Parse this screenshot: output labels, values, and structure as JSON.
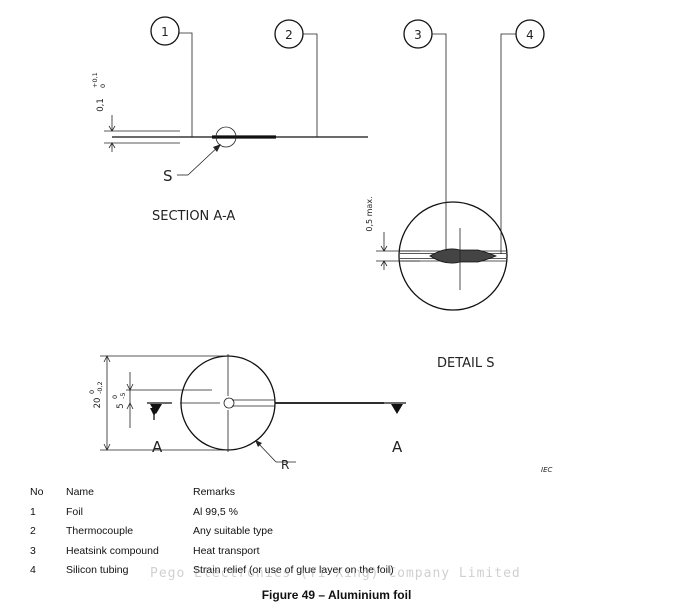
{
  "balloons": [
    "1",
    "2",
    "3",
    "4"
  ],
  "labels": {
    "section_title": "SECTION A-A",
    "detail_title": "DETAIL S",
    "detail_ref": "S",
    "section_mark_left": "A",
    "section_mark_right": "A",
    "radius": "R",
    "iec": "IEC"
  },
  "dimensions": {
    "thickness": "0,1",
    "thickness_tol_upper": "+0,1",
    "thickness_tol_lower": "0",
    "detail_max": "0,5 max.",
    "diameter": "20",
    "diameter_tol_upper": "0",
    "diameter_tol_lower": "-0,2",
    "offset": "5",
    "offset_tol_upper": "0",
    "offset_tol_lower": "-5"
  },
  "table": {
    "headers": [
      "No",
      "Name",
      "Remarks"
    ],
    "rows": [
      [
        "1",
        "Foil",
        "Al 99,5 %"
      ],
      [
        "2",
        "Thermocouple",
        "Any suitable type"
      ],
      [
        "3",
        "Heatsink compound",
        "Heat transport"
      ],
      [
        "4",
        "Silicon tubing",
        "Strain relief (or use of glue layer on the foil)"
      ]
    ]
  },
  "watermark": "Pego Electronics (Yi Xing) Company Limited",
  "caption": "Figure 49 – Aluminium foil"
}
